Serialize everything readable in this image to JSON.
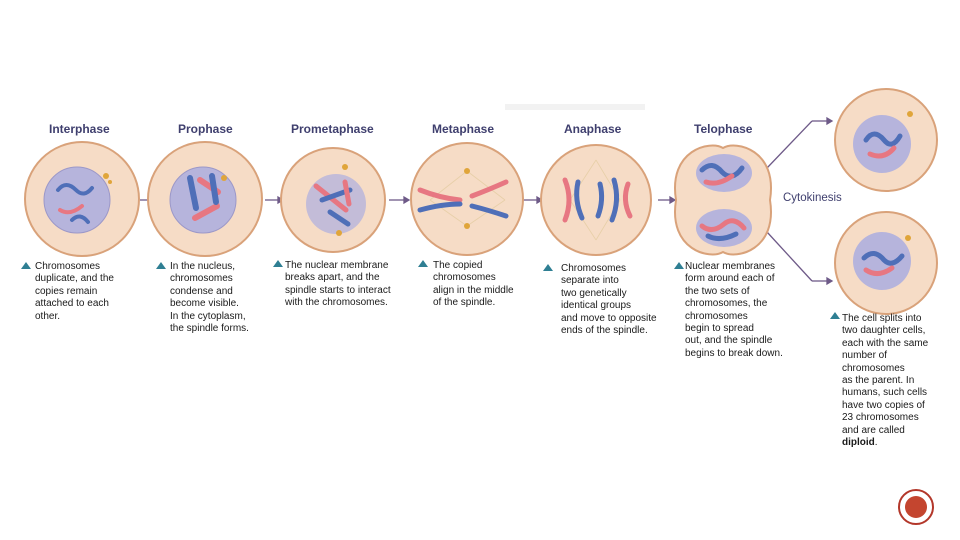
{
  "stages": [
    {
      "name": "Interphase",
      "desc": [
        "Chromosomes",
        "duplicate, and the",
        "copies remain",
        "attached to each",
        "other."
      ]
    },
    {
      "name": "Prophase",
      "desc": [
        "In the nucleus,",
        "chromosomes",
        "condense and",
        "become visible.",
        "In the cytoplasm,",
        "the spindle forms."
      ]
    },
    {
      "name": "Prometaphase",
      "desc": [
        "The nuclear membrane",
        "breaks apart, and the",
        "spindle starts to interact",
        "with the chromosomes."
      ]
    },
    {
      "name": "Metaphase",
      "desc": [
        "The copied",
        "chromosomes",
        "align in the middle",
        "of the spindle."
      ]
    },
    {
      "name": "Anaphase",
      "desc": [
        "Chromosomes",
        "separate into",
        "two genetically",
        "identical groups",
        "and move to opposite",
        "ends of the spindle."
      ]
    },
    {
      "name": "Telophase",
      "desc": [
        "Nuclear membranes",
        "form around each of",
        "the two sets of",
        "chromosomes, the",
        "chromosomes",
        "begin to spread",
        "out, and the spindle",
        "begins to break down."
      ]
    }
  ],
  "cytokinesis": {
    "name": "Cytokinesis",
    "desc": [
      "The cell splits into",
      "two daughter cells,",
      "each with the same",
      "number of",
      "chromosomes",
      "as the parent. In",
      "humans, such cells",
      "have two copies of",
      "23 chromosomes",
      "and are called"
    ],
    "emph": "diploid",
    "tail": "."
  },
  "colors": {
    "cell_fill": "#f6dcc6",
    "cell_outline": "#d9a27a",
    "nucleus": "#b6b4dc",
    "chrom_blue": "#4f6fb8",
    "chrom_pink": "#e77782",
    "arrow": "#6e5a88",
    "bullet": "#2f7f93",
    "badge": "#c4452f"
  }
}
